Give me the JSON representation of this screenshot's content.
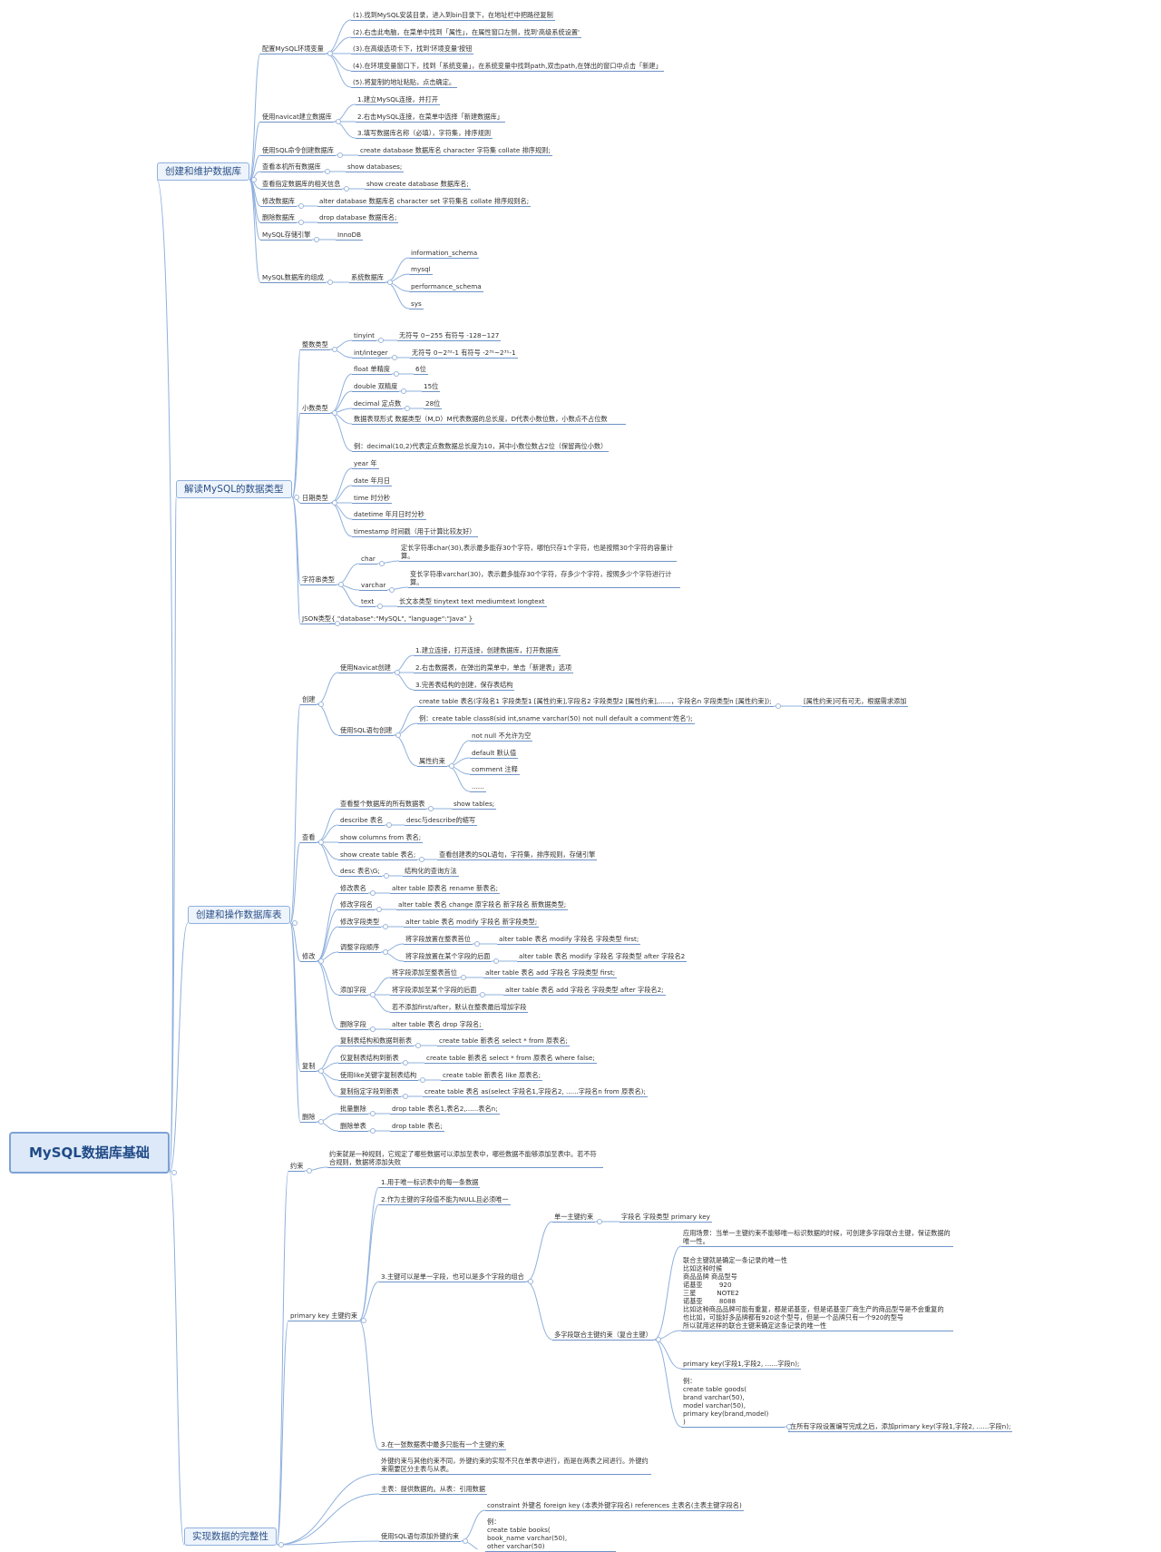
{
  "root": "MySQL数据库基础",
  "branches": {
    "create_db": {
      "label": "创建和维护数据库",
      "env": {
        "label": "配置MySQL环境变量",
        "s1": "(1).找到MySQL安装目录，进入到bin目录下，在地址栏中把路径复制",
        "s2": "(2).右击此电脑，在菜单中找到「属性」，在属性窗口左侧，找到'高级系统设置'",
        "s3": "(3).在高级选项卡下，找到'环境变量'按钮",
        "s4": "(4).在环境变量窗口下，找到「系统变量」，在系统变量中找到path,双击path,在弹出的窗口中点击「新建」",
        "s5": "(5).将复制的地址粘贴，点击确定。"
      },
      "navicat": {
        "label": "使用navicat建立数据库",
        "s1": "1.建立MySQL连接，并打开",
        "s2": "2.右击MySQL连接，在菜单中选择「新建数据库」",
        "s3": "3.填写数据库名称（必填），字符集，排序规则"
      },
      "sql_cmd": {
        "label": "使用SQL命令创建数据库",
        "value": "create database 数据库名 character 字符集 collate 排序规则;"
      },
      "show_all": {
        "label": "查看本机所有数据库",
        "value": "show databases;"
      },
      "show_one": {
        "label": "查看指定数据库的相关信息",
        "value": "show create database 数据库名;"
      },
      "alter": {
        "label": "修改数据库",
        "value": "alter database 数据库名 character set 字符集名 collate 排序规则名;"
      },
      "drop": {
        "label": "删除数据库",
        "value": "drop database 数据库名;"
      },
      "engine": {
        "label": "MySQL存储引擎",
        "value": "InnoDB"
      },
      "structure": {
        "label": "MySQL数据库的组成",
        "sys": "系统数据库",
        "items": [
          "information_schema",
          "mysql",
          "performance_schema",
          "sys"
        ]
      }
    },
    "types": {
      "label": "解读MySQL的数据类型",
      "int": {
        "label": "整数类型",
        "tinyint": "tinyint",
        "tinyint_v": "无符号 0~255 有符号 -128~127",
        "int": "int/integer",
        "int_v": "无符号 0~2³²-1 有符号 -2³¹~2³¹-1"
      },
      "dec": {
        "label": "小数类型",
        "float": "float 单精度",
        "float_v": "6位",
        "double": "double 双精度",
        "double_v": "15位",
        "decimal": "decimal 定点数",
        "decimal_v": "28位",
        "fmt": "数据表现形式 数据类型（M,D）M代表数据的总长度，D代表小数位数，小数点不占位数",
        "eg": "例：decimal(10,2)代表定点数数据总长度为10，其中小数位数占2位（保留两位小数）"
      },
      "date": {
        "label": "日期类型",
        "year": "year 年",
        "date": "date 年月日",
        "time": "time 时分秒",
        "datetime": "datetime 年月日时分秒",
        "timestamp": "timestamp 时间戳（用于计算比较友好）"
      },
      "str": {
        "label": "字符串类型",
        "char": "char",
        "char_v": "定长字符串char(30),表示最多能存30个字符，哪怕只存1个字符，也是按照30个字符的容量计算。",
        "varchar": "varchar",
        "varchar_v": "变长字符串varchar(30)，表示最多能存30个字符，存多少个字符，按照多少个字符进行计算。",
        "text": "text",
        "text_v": "长文本类型 tinytext text  mediumtext longtext"
      },
      "json": {
        "label": "JSON类型",
        "value": "{ \"database\":\"MySQL\", \"language\":\"Java\" }"
      }
    },
    "tables": {
      "label": "创建和操作数据库表",
      "create": {
        "label": "创建",
        "navicat": {
          "label": "使用Navicat创建",
          "s1": "1.建立连接，打开连接，创建数据库，打开数据库",
          "s2": "2.右击数据表，在弹出的菜单中，单击「新建表」选项",
          "s3": "3.完善表结构的创建，保存表结构"
        },
        "sql": {
          "label": "使用SQL语句创建",
          "syntax": "create table 表名(字段名1 字段类型1 [属性约束],字段名2 字段类型2 [属性约束],......，字段名n 字段类型n [属性约束]);",
          "syntax_note": "[属性约束]可有可无，根据需求添加",
          "eg": "例：create table class8(sid int,sname varchar(50) not null default a comment'姓名');",
          "constraint": "属性约束",
          "c1": "not null 不允许为空",
          "c2": "default 默认值",
          "c3": "comment 注释",
          "c4": "......"
        }
      },
      "view": {
        "label": "查看",
        "r1": "查看整个数据库的所有数据表",
        "r1v": "show tables;",
        "r2": "describe 表名",
        "r2v": "desc与describe的缩写",
        "r3": "show columns from 表名;",
        "r4": "show create table 表名;",
        "r4v": "查看创建表的SQL语句，字符集，排序规则，存储引擎",
        "r5": "desc 表名\\G;",
        "r5v": "结构化的查询方法"
      },
      "modify": {
        "label": "修改",
        "r1": "修改表名",
        "r1v": "alter table 原表名 rename 新表名;",
        "r2": "修改字段名",
        "r2v": "alter table 表名 change 原字段名 新字段名 新数据类型;",
        "r3": "修改字段类型",
        "r3v": "alter table 表名 modify 字段名 新字段类型;",
        "order": "调整字段顺序",
        "o1": "将字段放置在整表首位",
        "o1v": "alter table 表名 modify 字段名 字段类型 first;",
        "o2": "将字段放置在某个字段的后面",
        "o2v": "alter table 表名 modify 字段名 字段类型 after 字段名2",
        "add": "添加字段",
        "a1": "将字段添加至整表首位",
        "a1v": "alter table 表名 add 字段名 字段类型 first;",
        "a2": "将字段添加至某个字段的后面",
        "a2v": "alter table 表名 add 字段名 字段类型 after 字段名2;",
        "a3": "若不添加first/after，默认在整表最后增加字段",
        "r4": "删除字段",
        "r4v": "alter table 表名 drop 字段名;"
      },
      "copy": {
        "label": "复制",
        "r1": "复制表结构和数据到新表",
        "r1v": "create table 新表名 select * from 原表名;",
        "r2": "仅复制表结构到新表",
        "r2v": "create table 新表名 select * from 原表名 where false;",
        "r3": "使用like关键字复制表结构",
        "r3v": "create table 新表名 like 原表名;",
        "r4": "复制指定字段到新表",
        "r4v": "create table 表名 as(select 字段名1,字段名2, ......字段名n from 原表名);"
      },
      "delete": {
        "label": "删除",
        "r1": "批量删除",
        "r1v": "drop table 表名1,表名2,......表名n;",
        "r2": "删除单表",
        "r2v": "drop table 表名;"
      }
    },
    "integrity": {
      "label": "实现数据的完整性",
      "constraint": {
        "label": "约束",
        "value": "约束就是一种规则，它规定了哪些数据可以添加至表中，哪些数据不能够添加至表中。若不符合规则，数据将添加失败"
      },
      "pk": {
        "label": "primary key 主键约束",
        "p1": "1.用于唯一标识表中的每一条数据",
        "p2": "2.作为主键的字段值不能为NULL且必须唯一",
        "p3": "3.主键可以是单一字段，也可以是多个字段的组合",
        "single": "单一主键约束",
        "single_v": "字段名 字段类型 primary key",
        "single_note": "应用场景：当单一主键约束不能够唯一标识数据的时候，可创建多字段联合主键，保证数据的唯一性。",
        "multi": "多字段联合主键约束（复合主键）",
        "multi_detail": "联合主键就是确定一条记录的唯一性\n比如这种时候\n商品品牌 商品型号\n诺基亚        920\n三星          NOTE2\n诺基亚        8088\n比如这种商品品牌可能有重复，都是诺基亚，但是诺基亚厂商生产的商品型号是不会重复的\n也比如，可能好多品牌都有920这个型号，但是一个品牌只有一个920的型号\n所以就用这样的联合主键来确定这条记录的唯一性",
        "multi_syntax": "primary key(字段1,字段2, ......字段n);",
        "multi_eg": "例：\ncreate table goods(\nbrand varchar(50),\nmodel varchar(50),\nprimary key(brand,model)\n)",
        "multi_after": "在所有字段设置编写完成之后，添加primary key(字段1,字段2, ......字段n);",
        "p4": "3.在一张数据表中最多只能有一个主键约束"
      },
      "fk": {
        "intro": "外键约束与其他约束不同，外键约束的实现不只在单表中进行，而是在两表之间进行。外键约束需要区分主表与从表。",
        "master": "主表：提供数据的。从表：引用数据",
        "sql": "使用SQL语句添加外键约束",
        "syntax": "constraint 外键名 foreign key (本表外键字段名) references 主表名(主表主键字段名)",
        "eg": "例：\ncreate table books(\nbook_name varchar(50),\nother varchar(50)"
      }
    }
  }
}
